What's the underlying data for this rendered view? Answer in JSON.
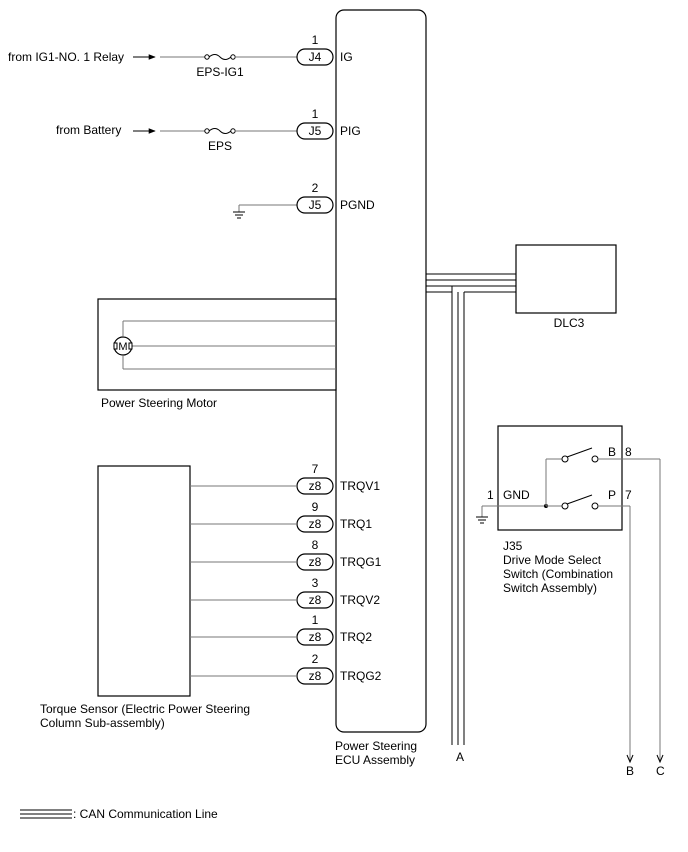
{
  "ecu": {
    "name_line1": "Power Steering",
    "name_line2": "ECU Assembly"
  },
  "sources": {
    "ig1_relay": "from IG1-NO. 1 Relay",
    "battery": "from Battery"
  },
  "fuses": {
    "eps_ig1": "EPS-IG1",
    "eps": "EPS"
  },
  "ecu_pins": [
    {
      "pin": "1",
      "connector": "J4",
      "terminal": "IG"
    },
    {
      "pin": "1",
      "connector": "J5",
      "terminal": "PIG"
    },
    {
      "pin": "2",
      "connector": "J5",
      "terminal": "PGND"
    },
    {
      "pin": "7",
      "connector": "z8",
      "terminal": "TRQV1"
    },
    {
      "pin": "9",
      "connector": "z8",
      "terminal": "TRQ1"
    },
    {
      "pin": "8",
      "connector": "z8",
      "terminal": "TRQG1"
    },
    {
      "pin": "3",
      "connector": "z8",
      "terminal": "TRQV2"
    },
    {
      "pin": "1",
      "connector": "z8",
      "terminal": "TRQ2"
    },
    {
      "pin": "2",
      "connector": "z8",
      "terminal": "TRQG2"
    }
  ],
  "dlc3": {
    "label": "DLC3"
  },
  "motor": {
    "label": "Power Steering Motor",
    "symbol": "M"
  },
  "torque_sensor": {
    "label_line1": "Torque Sensor (Electric Power Steering",
    "label_line2": "Column Sub-assembly)"
  },
  "switch": {
    "connector": "J35",
    "name_line1": "Drive Mode Select",
    "name_line2": "Switch (Combination",
    "name_line3": "Switch Assembly)",
    "gnd_pin": "1",
    "gnd_label": "GND",
    "b_label": "B",
    "b_pin": "8",
    "p_label": "P",
    "p_pin": "7"
  },
  "refs": {
    "a": "A",
    "b": "B",
    "c": "C"
  },
  "legend": {
    "label": ": CAN Communication Line"
  }
}
